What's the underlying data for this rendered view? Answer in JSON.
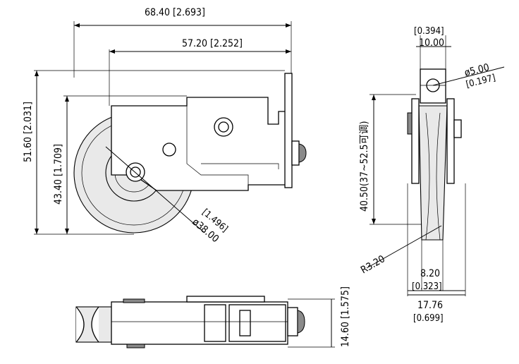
{
  "dimensions": {
    "overall_length": "68.40 [2.693]",
    "bracket_length": "57.20 [2.252]",
    "overall_height": "51.60 [2.031]",
    "axle_height": "43.40 [1.709]",
    "wheel_diameter_mm": "ø38.00",
    "wheel_diameter_in": "[1.496]",
    "pin_width_in": "[0.394]",
    "pin_width_mm": "10.00",
    "hole_diameter_mm": "ø5.00",
    "hole_diameter_in": "[0.197]",
    "adjust_range": "40.50(37~52.5可调)",
    "groove_radius": "R3.20",
    "wheel_width_mm": "8.20",
    "wheel_width_in": "[0.323]",
    "total_width_mm": "17.76",
    "total_width_in": "[0.699]",
    "bottom_height": "14.60 [1.575]"
  }
}
